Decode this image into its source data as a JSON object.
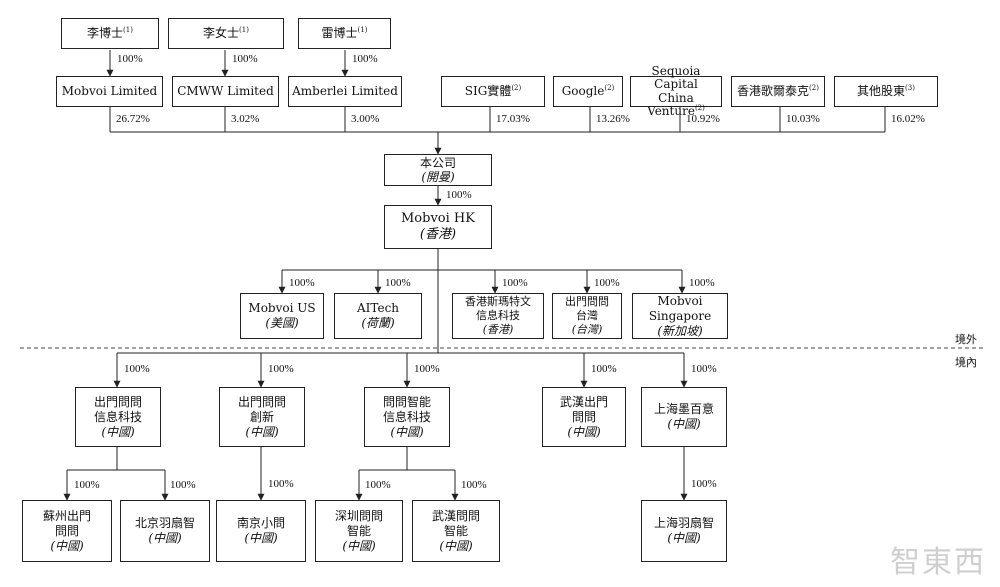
{
  "shareholders_top": [
    {
      "name": "李博士",
      "note": "(1)"
    },
    {
      "name": "李女士",
      "note": "(1)"
    },
    {
      "name": "雷博士",
      "note": "(1)"
    }
  ],
  "holding_companies": [
    "Mobvoi Limited",
    "CMWW Limited",
    "Amberlei Limited"
  ],
  "investors": [
    {
      "name": "SIG實體",
      "note": "(2)"
    },
    {
      "name": "Google",
      "note": "(2)"
    },
    {
      "line1": "Sequoia Capital",
      "line2": "China Venture",
      "note": "(2)"
    },
    {
      "name": "香港歌爾泰克",
      "note": "(2)"
    },
    {
      "name": "其他股東",
      "note": "(3)"
    }
  ],
  "percent_100": "100%",
  "stakes": [
    "26.72%",
    "3.02%",
    "3.00%",
    "17.03%",
    "13.26%",
    "10.92%",
    "10.03%",
    "16.02%"
  ],
  "company": {
    "name": "本公司",
    "jurisdiction": "(開曼)"
  },
  "hk": {
    "name": "Mobvoi HK",
    "jurisdiction": "(香港)"
  },
  "offshore": [
    {
      "l1": "Mobvoi US",
      "j": "(美國)"
    },
    {
      "l1": "AITech",
      "j": "(荷蘭)"
    },
    {
      "l1": "香港斯瑪特文",
      "l2": "信息科技",
      "j": "(香港)"
    },
    {
      "l1": "出門問問",
      "l2": "台灣",
      "j": "(台灣)"
    },
    {
      "l1": "Mobvoi",
      "l2": "Singapore",
      "j": "(新加坡)"
    }
  ],
  "zones": {
    "outside": "境外",
    "inside": "境內"
  },
  "onshore": [
    {
      "l1": "出門問問",
      "l2": "信息科技",
      "j": "(中國)"
    },
    {
      "l1": "出門問問",
      "l2": "創新",
      "j": "(中國)"
    },
    {
      "l1": "問問智能",
      "l2": "信息科技",
      "j": "(中國)"
    },
    {
      "l1": "武漢出門",
      "l2": "問問",
      "j": "(中國)"
    },
    {
      "l1": "上海墨百意",
      "j": "(中國)"
    }
  ],
  "subs": [
    {
      "l1": "蘇州出門",
      "l2": "問問",
      "j": "(中國)"
    },
    {
      "l1": "北京羽扇智",
      "j": "(中國)"
    },
    {
      "l1": "南京小問",
      "j": "(中國)"
    },
    {
      "l1": "深圳問問",
      "l2": "智能",
      "j": "(中國)"
    },
    {
      "l1": "武漢問問",
      "l2": "智能",
      "j": "(中國)"
    },
    {
      "l1": "上海羽扇智",
      "j": "(中國)"
    }
  ],
  "watermark": "智東西"
}
